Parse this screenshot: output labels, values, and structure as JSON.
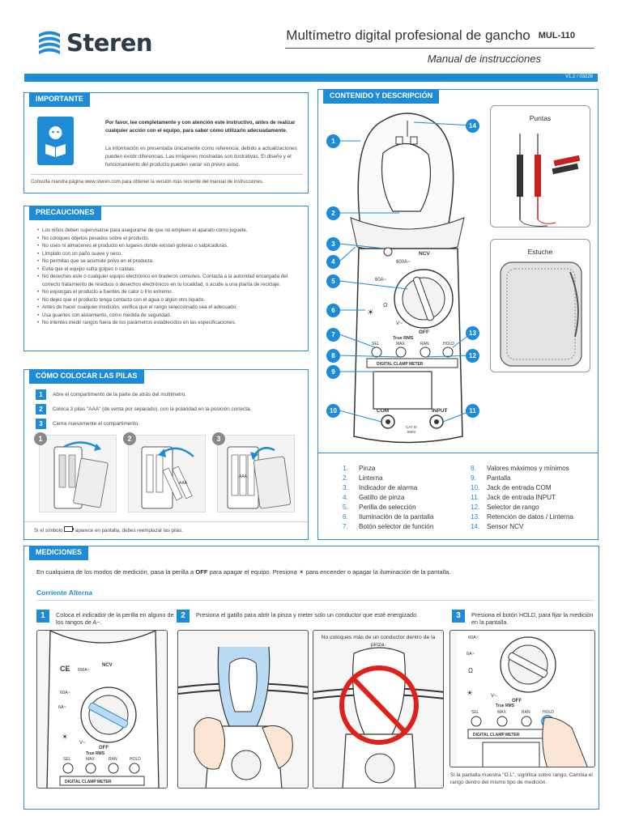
{
  "header": {
    "brand": "Steren",
    "title": "Multímetro digital profesional de gancho",
    "model": "MUL-110",
    "subtitle": "Manual de instrucciones",
    "version": "V1.2 / 03228"
  },
  "importante": {
    "tab": "IMPORTANTE",
    "bold_text": "Por favor, lee completamente y con atención este instructivo, antes de realizar cualquier acción con el equipo, para saber cómo utilizarlo adecuadamente.",
    "text": "La información es presentada únicamente como referencia; debido a actualizaciones pueden existir diferencias. Las imágenes mostradas son ilustrativas. El diseño y el funcionamiento del producto pueden variar sin previo aviso.",
    "footer": "Consulta nuestra página www.steren.com para obtener la versión más reciente del manual de instrucciones."
  },
  "precauciones": {
    "tab": "PRECAUCIONES",
    "items": [
      "Los niños deben supervisarse para asegurarse de que no empleen el aparato como juguete.",
      "No coloques objetos pesados sobre el producto.",
      "No uses ni almacenes el producto en lugares donde existan goteras o salpicaduras.",
      "Límpialo con un paño suave y seco.",
      "No permitas que se acumule polvo en el producto.",
      "Evita que el equipo sufra golpes o caídas.",
      "No deseches este o cualquier equipo electrónico en tiraderos comunes. Contacta a la autoridad encargada del correcto tratamiento de residuos o desechos electrónicos en tu localidad, o acude a una planta de reciclaje.",
      "No expongas el producto a fuentes de calor o frío extremo.",
      "No dejes que el producto tenga contacto con el agua o algún otro líquido.",
      "Antes de hacer cualquier medición, verifica que el rango seleccionado sea el adecuado.",
      "Usa guantes con aislamiento, como medida de seguridad.",
      "No intentes medir rangos fuera de los parámetros establecidos en las especificaciones."
    ]
  },
  "pilas": {
    "tab": "CÓMO COLOCAR LAS PILAS",
    "steps": [
      {
        "num": "1",
        "text": "Abre el compartimento de la parte de atrás del multímetro."
      },
      {
        "num": "2",
        "text": "Coloca 3 pilas \"AAA\" (de venta por separado), con la polaridad en la posición correcta."
      },
      {
        "num": "3",
        "text": "Cierra nuevamente el compartimento."
      }
    ],
    "image_nums": [
      "1",
      "2",
      "3"
    ],
    "battery_label": "AAA",
    "note_before": "Si el símbolo",
    "note_after": "aparece en pantalla, debes reemplazar las pilas."
  },
  "contenido": {
    "tab": "CONTENIDO Y DESCRIPCIÓN",
    "puntas": "Puntas",
    "estuche": "Estuche",
    "callouts": [
      "1",
      "2",
      "3",
      "4",
      "5",
      "6",
      "7",
      "8",
      "9",
      "10",
      "11",
      "12",
      "13",
      "14"
    ],
    "meter": {
      "ncv": "NCV",
      "r600": "600A~",
      "r60": "60A~",
      "ohm": "Ω",
      "volt": "V~",
      "off": "OFF",
      "true_rms": "True RMS",
      "sel": "SEL",
      "max": "MAX",
      "ran": "RAN",
      "hold": "HOLD",
      "brand_line": "DIGITAL CLAMP METER",
      "com": "COM",
      "input": "INPUT",
      "cat": "CAT III",
      "max_v": "600V"
    },
    "legend_left": [
      {
        "n": "1.",
        "t": "Pinza"
      },
      {
        "n": "2.",
        "t": "Linterna"
      },
      {
        "n": "3.",
        "t": "Indicador de alarma"
      },
      {
        "n": "4.",
        "t": "Gatillo de pinza"
      },
      {
        "n": "5.",
        "t": "Perilla de selección"
      },
      {
        "n": "6.",
        "t": "Iluminación de la pantalla"
      },
      {
        "n": "7.",
        "t": "Botón selector de función"
      }
    ],
    "legend_right": [
      {
        "n": "8.",
        "t": "Valores máximos y mínimos"
      },
      {
        "n": "9.",
        "t": "Pantalla"
      },
      {
        "n": "10.",
        "t": "Jack de entrada COM"
      },
      {
        "n": "11.",
        "t": "Jack de entrada INPUT"
      },
      {
        "n": "12.",
        "t": "Selector de rango"
      },
      {
        "n": "13.",
        "t": "Retención de datos / Linterna"
      },
      {
        "n": "14.",
        "t": "Sensor NCV"
      }
    ]
  },
  "mediciones": {
    "tab": "MEDICIONES",
    "intro_before": "En cualquiera de los modos de medición, pasa la perilla a",
    "intro_off": "OFF",
    "intro_middle": "para apagar el equipo. Presiona",
    "intro_after": "para encender o apagar la iluminación de la pantalla.",
    "subsection": "Corriente Alterna",
    "steps": [
      {
        "num": "1",
        "text": "Coloca el indicador de la perilla en alguno de los rangos de A~."
      },
      {
        "num": "2",
        "text": "Presiona el gatillo para abrir la pinza y meter solo un conductor que esté energizado."
      },
      {
        "num": "3",
        "text": "Presiona el botón HOLD, para fijar la medición en la pantalla."
      }
    ],
    "warning": "No coloques más de un conductor dentro de la pinza.",
    "hold_note": "Si la pantalla muestra \"O.L\", significa sobre rango. Cambia el rango dentro del mismo tipo de medición.",
    "meter_labels": {
      "ncv": "NCV",
      "r600": "600A~",
      "r60": "60A~",
      "r6": "6A~",
      "ohm": "Ω",
      "volt": "V~",
      "off": "OFF",
      "true_rms": "True RMS",
      "sel": "SEL",
      "max": "MAX",
      "ran": "RAN",
      "hold": "HOLD",
      "brand_line": "DIGITAL CLAMP METER",
      "ce": "CE"
    }
  },
  "colors": {
    "accent": "#1e8bd6",
    "text": "#2a2a2a",
    "warning_red": "#e0201c"
  }
}
